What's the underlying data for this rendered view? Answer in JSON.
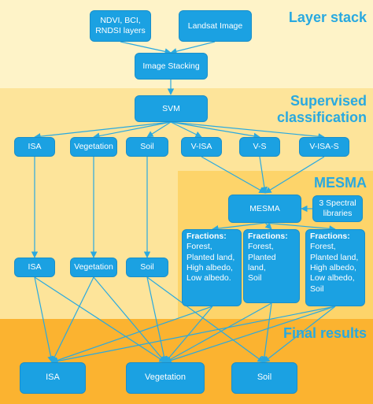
{
  "colors": {
    "band_layer_stack": "#fef3c8",
    "band_supervised": "#fde49a",
    "band_mesma": "#fdd46a",
    "band_final": "#fbb330",
    "box": "#1ba1e2",
    "title": "#29a9e0",
    "arrow": "#29a9e0"
  },
  "sections": {
    "layer_stack": "Layer stack",
    "supervised": "Supervised\nclassification",
    "mesma": "MESMA",
    "final": "Final results"
  },
  "nodes": {
    "indices": "NDVI, BCI, RNDSI layers",
    "landsat": "Landsat Image",
    "stacking": "Image Stacking",
    "svm": "SVM",
    "svm_isa": "ISA",
    "svm_veg": "Vegetation",
    "svm_soil": "Soil",
    "svm_visa": "V-ISA",
    "svm_vs": "V-S",
    "svm_visas": "V-ISA-S",
    "mesma": "MESMA",
    "libraries": "3 Spectral libraries",
    "mid_isa": "ISA",
    "mid_veg": "Vegetation",
    "mid_soil": "Soil",
    "final_isa": "ISA",
    "final_veg": "Vegetation",
    "final_soil": "Soil"
  },
  "fractions": [
    {
      "heading": "Fractions:",
      "body": "Forest,\nPlanted land,\nHigh albedo,\nLow albedo."
    },
    {
      "heading": "Fractions:",
      "body": "Forest,\nPlanted land,\nSoil"
    },
    {
      "heading": "Fractions:",
      "body": "Forest,\nPlanted land,\nHigh albedo,\nLow albedo,\nSoil"
    }
  ]
}
